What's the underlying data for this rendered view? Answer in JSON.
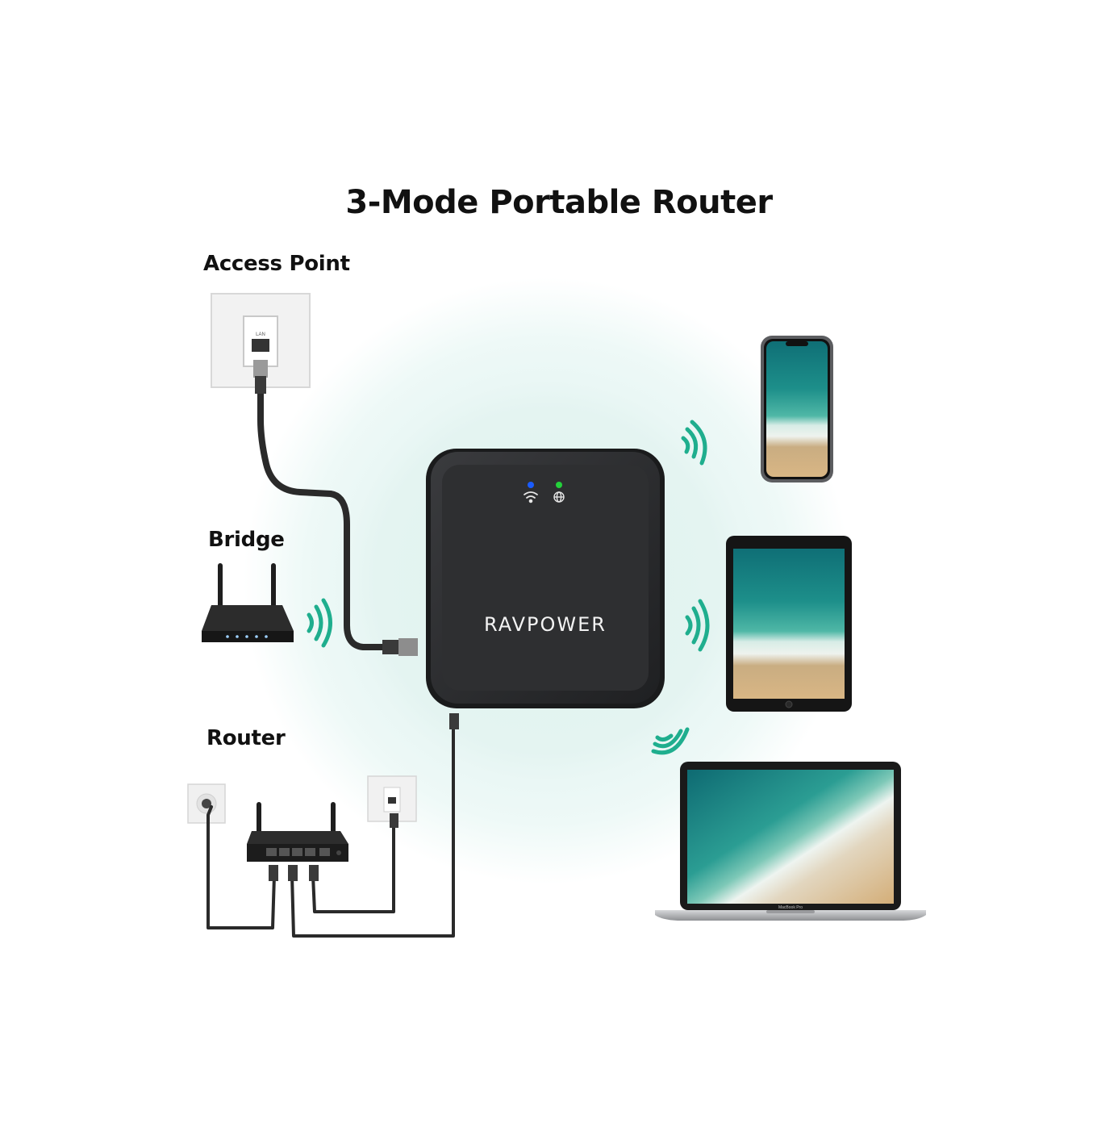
{
  "title": "3-Mode Portable Router",
  "modes": {
    "access_point": "Access Point",
    "bridge": "Bridge",
    "router": "Router"
  },
  "device": {
    "brand": "RAVPOWER",
    "body_color": "#2b2c2e",
    "led_wifi_color": "#1a5cff",
    "led_internet_color": "#23d13a",
    "icons": [
      "wifi-icon",
      "globe-icon"
    ]
  },
  "wall_socket_label": "LAN",
  "laptop_label": "MacBook Pro",
  "colors": {
    "signal": "#1fae8e",
    "halo": "#e3f4f2",
    "cable": "#2a2a2a"
  }
}
